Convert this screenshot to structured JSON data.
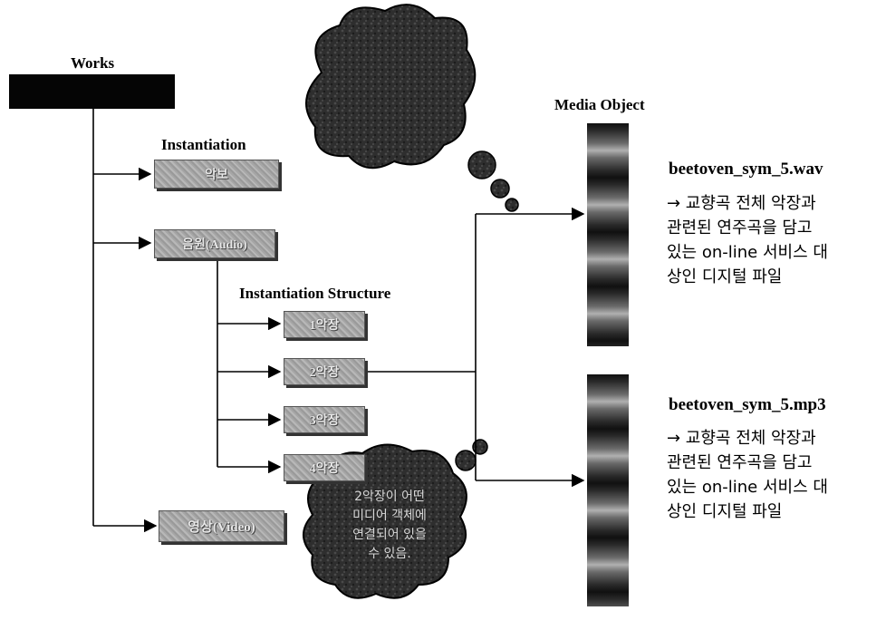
{
  "labels": {
    "works": "Works",
    "instantiation": "Instantiation",
    "instantiation_structure": "Instantiation Structure",
    "media_object": "Media Object"
  },
  "instantiations": [
    {
      "label": "악보"
    },
    {
      "label": "음원(Audio)"
    },
    {
      "label": "영상(Video)"
    }
  ],
  "structure": [
    {
      "label": "1악장"
    },
    {
      "label": "2악장"
    },
    {
      "label": "3악장"
    },
    {
      "label": "4악장"
    }
  ],
  "media": [
    {
      "filename": "beetoven_sym_5.wav",
      "description": [
        "→ 교향곡 전체 악장과",
        "관련된 연주곡을 담고",
        "있는 on-line 서비스 대",
        "상인 디지털 파일"
      ]
    },
    {
      "filename": "beetoven_sym_5.mp3",
      "description": [
        "→ 교향곡 전체 악장과",
        "관련된 연주곡을 담고",
        "있는 on-line 서비스 대",
        "상인 디지털 파일"
      ]
    }
  ],
  "bottom_cloud": {
    "lines": [
      "2악장이 어떤",
      "미디어 객체에",
      "연결되어 있을",
      "수 있음."
    ]
  },
  "colors": {
    "work_box": "#050505",
    "line": "#000000",
    "node": "#a8a8a8",
    "cloud": "#333333"
  }
}
